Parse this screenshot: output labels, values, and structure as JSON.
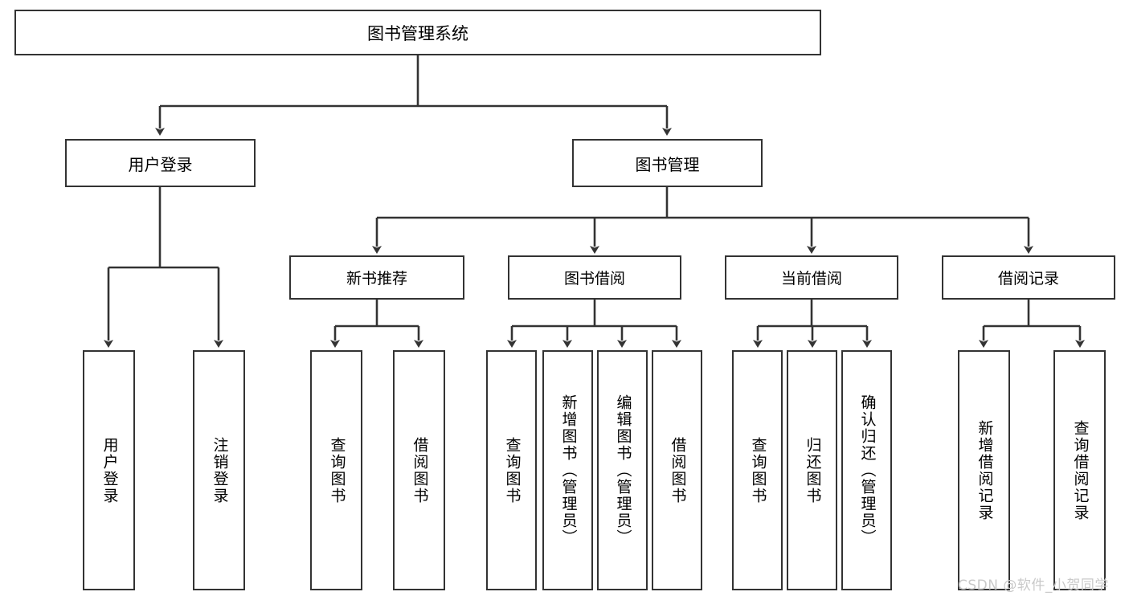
{
  "diagram": {
    "title": "图书管理系统",
    "type": "tree-hierarchy-flowchart",
    "colors": {
      "box_border": "#333333",
      "box_fill": "#ffffff",
      "edge": "#333333",
      "text": "#000000",
      "watermark": "#c9c9c9",
      "background": "#ffffff"
    },
    "root": {
      "label": "图书管理系统"
    },
    "level1": [
      {
        "label": "用户登录"
      },
      {
        "label": "图书管理"
      }
    ],
    "level2": [
      {
        "label": "新书推荐"
      },
      {
        "label": "图书借阅"
      },
      {
        "label": "当前借阅"
      },
      {
        "label": "借阅记录"
      }
    ],
    "leaves": {
      "user_login": [
        {
          "label": "用户登录"
        },
        {
          "label": "注销登录"
        }
      ],
      "new_book_recommend": [
        {
          "label": "查询图书"
        },
        {
          "label": "借阅图书"
        }
      ],
      "book_borrow": [
        {
          "label": "查询图书"
        },
        {
          "label": "新增图书（管理员）"
        },
        {
          "label": "编辑图书（管理员）"
        },
        {
          "label": "借阅图书"
        }
      ],
      "current_borrow": [
        {
          "label": "查询图书"
        },
        {
          "label": "归还图书"
        },
        {
          "label": "确认归还（管理员）"
        }
      ],
      "borrow_records": [
        {
          "label": "新增借阅记录"
        },
        {
          "label": "查询借阅记录"
        }
      ]
    }
  },
  "watermark": {
    "text": "CSDN @软件_小贺同学"
  }
}
